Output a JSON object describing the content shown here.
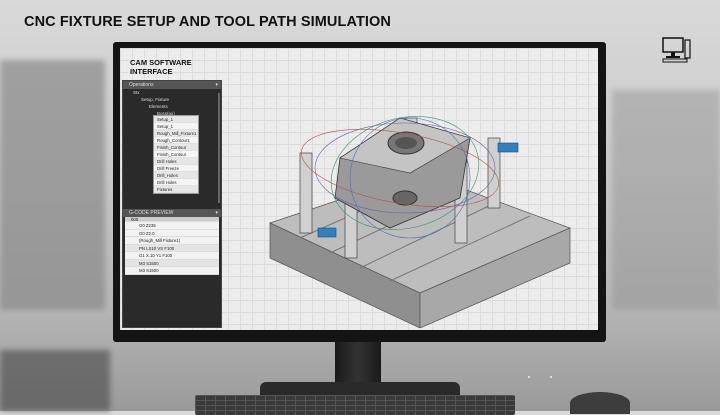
{
  "title": "CNC FIXTURE SETUP AND TOOL PATH SIMULATION",
  "app": {
    "title": "CAM SOFTWARE INTERFACE"
  },
  "operations": {
    "header": "Operations",
    "tree": [
      "Stx",
      "Setup, Fixture",
      "Elements",
      "Boss(px)"
    ],
    "menu": [
      "Setup_1",
      "Setup_1",
      "Rough_Mill_Fixture1",
      "Rough_Contour1",
      "Finish_Contour",
      "Finish_Contour",
      "Drill Holes",
      "Drill Freeze",
      "Drill_Holes",
      "Drill Holes",
      "Fixtures"
    ]
  },
  "gcode": {
    "header": "G-CODE PREVIEW",
    "lines": [
      "000",
      "G0 Z235",
      "G0 Z2.0",
      "(Rough_Mill Fixture1)",
      "PN LS10 VS F100",
      "G1 X.10 Y1 F100",
      "M3 S1500",
      "M3 S1500"
    ]
  },
  "icons": {
    "computer": "computer-icon",
    "collapse": "chevron-down-icon"
  },
  "colors": {
    "accent_blue": "#2f7fc1",
    "panel": "#2a2a2a",
    "canvas": "#ececec"
  }
}
